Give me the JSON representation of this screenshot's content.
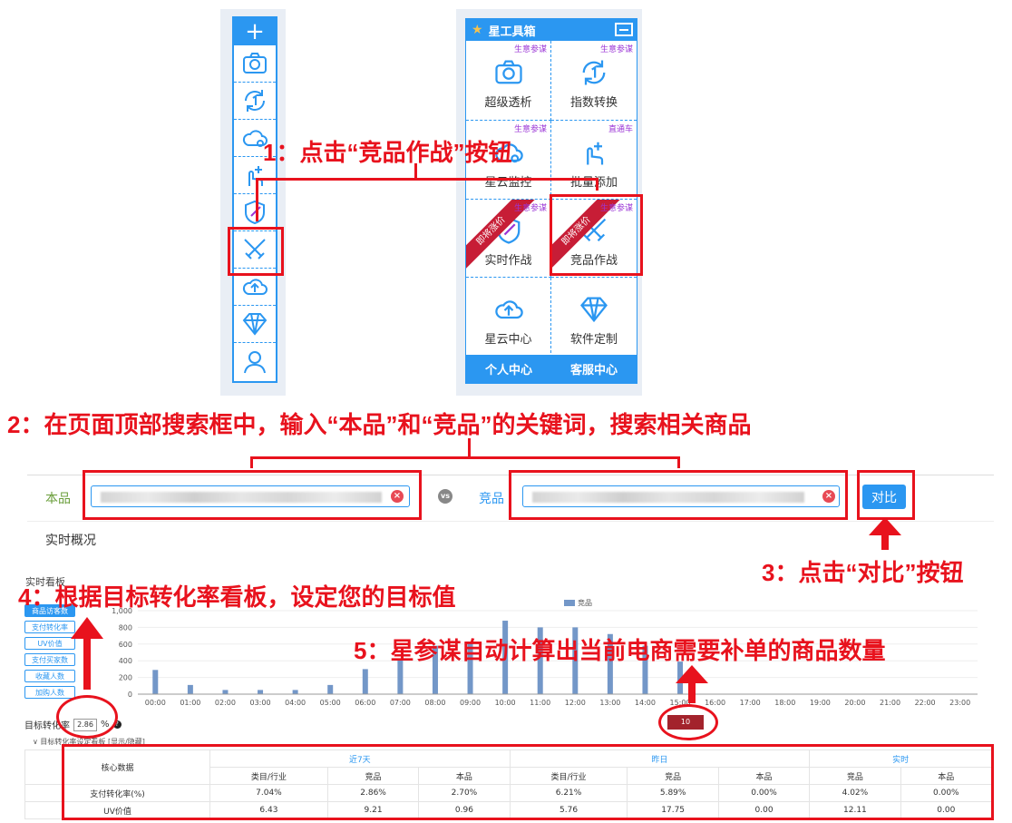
{
  "sidebar": {
    "add_icon": "plus-icon",
    "items": [
      "camera-icon",
      "sync-icon",
      "cloud-icon",
      "hand-add-icon",
      "shield-icon",
      "swords-icon",
      "cloud-upload-icon",
      "diamond-icon",
      "user-icon"
    ]
  },
  "panel": {
    "title": "星工具箱",
    "cells": [
      {
        "label": "超级透析",
        "tag": "生意参谋",
        "icon": "camera-icon"
      },
      {
        "label": "指数转换",
        "tag": "生意参谋",
        "icon": "sync-icon"
      },
      {
        "label": "星云监控",
        "tag": "生意参谋",
        "icon": "cloud-icon"
      },
      {
        "label": "批量添加",
        "tag": "直通车",
        "icon": "hand-add-icon"
      },
      {
        "label": "实时作战",
        "tag": "生意参谋",
        "icon": "shield-icon",
        "ribbon": "即将涨价"
      },
      {
        "label": "竞品作战",
        "tag": "生意参谋",
        "icon": "swords-icon",
        "ribbon": "即将涨价"
      },
      {
        "label": "星云中心",
        "tag": "",
        "icon": "cloud-upload-icon"
      },
      {
        "label": "软件定制",
        "tag": "",
        "icon": "diamond-icon"
      }
    ],
    "footer": [
      "个人中心",
      "客服中心"
    ]
  },
  "annotations": {
    "step1": "1：点击“竞品作战”按钮",
    "step2": "2：在页面顶部搜索框中，输入“本品”和“竞品”的关键词，搜索相关商品",
    "step3": "3：点击“对比”按钮",
    "step4": "4：根据目标转化率看板，设定您的目标值",
    "step5": "5：星参谋自动计算出当前电商需要补单的商品数量"
  },
  "search": {
    "own_label": "本品",
    "competitor_label": "竞品",
    "vs": "vs",
    "compare_button": "对比",
    "realtime_overview": "实时概况"
  },
  "board": {
    "title": "实时看板",
    "metrics": [
      "商品访客数",
      "支付转化率",
      "UV价值",
      "支付买家数",
      "收藏人数",
      "加购人数"
    ],
    "legend": "竞品",
    "target_label": "目标转化率",
    "target_value": "2.86",
    "target_unit": "%",
    "help": "?",
    "needed_value": "10",
    "collapse_label": "目标转化率设定看板 [显示/隐藏]"
  },
  "chart_data": {
    "type": "bar",
    "categories": [
      "00:00",
      "01:00",
      "02:00",
      "03:00",
      "04:00",
      "05:00",
      "06:00",
      "07:00",
      "08:00",
      "09:00",
      "10:00",
      "11:00",
      "12:00",
      "13:00",
      "14:00",
      "15:00",
      "16:00",
      "17:00",
      "18:00",
      "19:00",
      "20:00",
      "21:00",
      "22:00",
      "23:00"
    ],
    "series": [
      {
        "name": "竞品",
        "values": [
          290,
          110,
          50,
          50,
          50,
          110,
          300,
          410,
          580,
          620,
          880,
          800,
          800,
          720,
          580,
          390,
          0,
          0,
          0,
          0,
          0,
          0,
          0,
          0
        ]
      }
    ],
    "ylim": [
      0,
      1000
    ],
    "yticks": [
      0,
      200,
      400,
      600,
      800,
      1000
    ],
    "color": "#7397c8"
  },
  "table": {
    "rows": [
      [
        "核心数据",
        "近7天",
        "昨日",
        "实时"
      ],
      [
        "",
        "类目/行业",
        "竞品",
        "本品",
        "类目/行业",
        "竞品",
        "本品",
        "竞品",
        "本品"
      ],
      [
        "支付转化率(%)",
        "7.04%",
        "2.86%",
        "2.70%",
        "6.21%",
        "5.89%",
        "0.00%",
        "4.02%",
        "0.00%"
      ],
      [
        "UV价值",
        "6.43",
        "9.21",
        "0.96",
        "5.76",
        "17.75",
        "0.00",
        "12.11",
        "0.00"
      ]
    ]
  },
  "colors": {
    "accent": "#2b97f1",
    "annotation": "#e8121d",
    "bar": "#7397c8",
    "alert": "#a3232c",
    "tag": "#9b35d6"
  }
}
